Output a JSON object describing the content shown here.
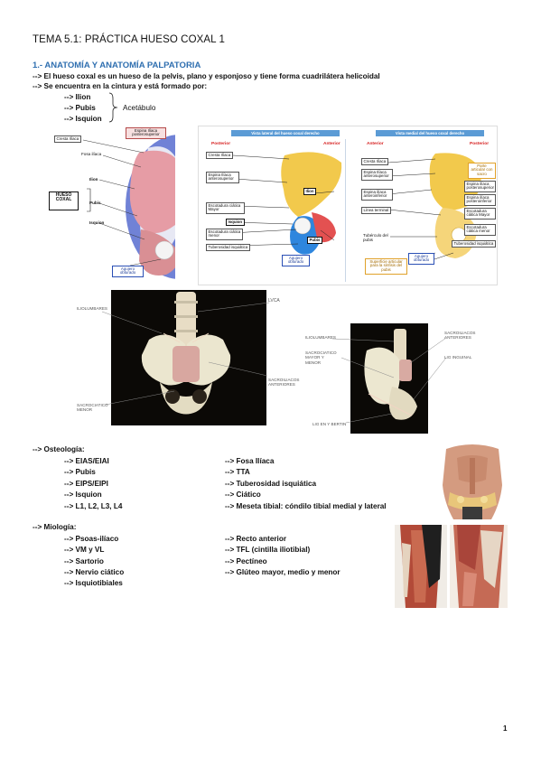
{
  "title": "TEMA 5.1: PRÁCTICA HUESO COXAL 1",
  "section": "1.- ANATOMÍA Y ANATOMÍA PALPATORIA",
  "intro": [
    "--> El hueso coxal es un hueso de la pelvis, plano y esponjoso y tiene forma cuadrilátera helicoidal",
    "--> Se encuentra en la cintura y está formado por:"
  ],
  "parts": [
    "--> Ilion",
    "--> Pubis",
    "--> Isquion"
  ],
  "acetabulo": "Acetábulo",
  "fig1": {
    "labels": {
      "cresta": "Cresta Ilíaca",
      "espina": "Espina Ilíaca posterosuperior",
      "fosa": "Fosa ilíaca",
      "hueso": "HUESO COXAL",
      "ilion": "Ilion",
      "pubis": "Pubis",
      "isquion": "Isquion",
      "agujero": "Agujero obturado"
    }
  },
  "fig2": {
    "banner_left": "Vista lateral del hueso coxal derecho",
    "banner_right": "Vista medial del hueso coxal derecho",
    "posterior": "Posterior",
    "anterior": "Anterior",
    "labels": {
      "cresta": "Cresta Ilíaca",
      "espina_ant": "Espina Ilíaca anterosuperior",
      "ilion": "Ilion",
      "escotadura_mayor": "Escotadura ciática Mayor",
      "isquion": "Isquion",
      "escotadura_menor": "Escotadura ciática menor",
      "tuberosidad": "Tuberosidad isquiática",
      "pubis": "Pubis",
      "agujero": "Agujero obturado",
      "espina_antinf": "Espina ilíaca anteroinferior",
      "tuberculo": "Tubérculo del pubis",
      "r_cresta": "Cresta Ilíaca",
      "r_espina": "Espina Ilíaca anterosuperior",
      "r_espina_inf": "Espina ilíaca anteroinferior",
      "r_linea": "Línea terminal",
      "r_cara": "Parte articular con sacro",
      "r_post_sup": "Espina ilíaca posterosuperior",
      "r_post_inf": "Espina ilíaca posteroinferior",
      "r_mayor": "Escotadura ciática Mayor",
      "r_menor": "Escotadura ciática menor",
      "r_tuber": "Tuberosidad isquiática",
      "r_superficie": "Superficie articular para la sínfisis del pubis",
      "r_agujero": "Agujero obturado"
    }
  },
  "fig3": {
    "labels": {
      "iliolumbares": "ILIOLUMBARES",
      "lvca": "LVCA",
      "sacroiliacos": "SACROILIACOS ANTERIORES",
      "sacrociatico": "SACROCIATICO MENOR"
    }
  },
  "fig4": {
    "labels": {
      "iliolumbares": "ILIOLUMBARES",
      "sacrociatico": "SACROCIATICO MAYOR Y MENOR",
      "sacroiliacos": "SACROILIACOS ANTERIORES",
      "lig_inguinal": "LIG INGUINAL",
      "lig_y": "LIG EN Y BERTIN"
    }
  },
  "osteologia": {
    "heading": "--> Osteología:",
    "left": [
      "--> EIAS/EIAI",
      "--> Pubis",
      "--> EIPS/EIPI",
      "--> Isquion",
      "--> L1, L2, L3, L4"
    ],
    "right": [
      "--> Fosa Ilíaca",
      "--> TTA",
      "--> Tuberosidad isquiática",
      "--> Ciático",
      "--> Meseta tibial: cóndilo tibial medial y lateral"
    ]
  },
  "miologia": {
    "heading": "--> Miología:",
    "left": [
      "--> Psoas-ilíaco",
      "--> VM y VL",
      "--> Sartorio",
      "--> Nervio ciático",
      "--> Isquiotibiales"
    ],
    "right": [
      "--> Recto anterior",
      "--> TFL (cintilla iliotibial)",
      "--> Pectíneo",
      "--> Glúteo mayor, medio y menor"
    ]
  },
  "page_number": "1"
}
